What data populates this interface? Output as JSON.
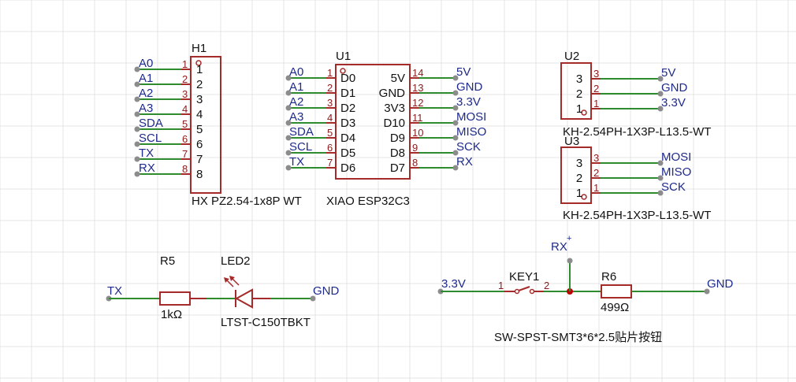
{
  "colors": {
    "wire": "#2e8b2e",
    "body": "#a52a2a",
    "net_label": "#1e2a8c",
    "pin_number": "#8b1a1a",
    "text": "#111111",
    "grid": "#e6e6e6",
    "junction": "#c00000",
    "net_dot": "#8c8c8c"
  },
  "h1": {
    "ref": "H1",
    "value": "HX PZ2.54-1x8P WT",
    "pins": [
      {
        "net": "A0",
        "num": "1",
        "name": "1"
      },
      {
        "net": "A1",
        "num": "2",
        "name": "2"
      },
      {
        "net": "A2",
        "num": "3",
        "name": "3"
      },
      {
        "net": "A3",
        "num": "4",
        "name": "4"
      },
      {
        "net": "SDA",
        "num": "5",
        "name": "5"
      },
      {
        "net": "SCL",
        "num": "6",
        "name": "6"
      },
      {
        "net": "TX",
        "num": "7",
        "name": "7"
      },
      {
        "net": "RX",
        "num": "8",
        "name": "8"
      }
    ]
  },
  "u1": {
    "ref": "U1",
    "value": "XIAO ESP32C3",
    "left_pins": [
      {
        "net": "A0",
        "num": "1",
        "name": "D0"
      },
      {
        "net": "A1",
        "num": "2",
        "name": "D1"
      },
      {
        "net": "A2",
        "num": "3",
        "name": "D2"
      },
      {
        "net": "A3",
        "num": "4",
        "name": "D3"
      },
      {
        "net": "SDA",
        "num": "5",
        "name": "D4"
      },
      {
        "net": "SCL",
        "num": "6",
        "name": "D5"
      },
      {
        "net": "TX",
        "num": "7",
        "name": "D6"
      }
    ],
    "right_pins": [
      {
        "net": "5V",
        "num": "14",
        "name": "5V"
      },
      {
        "net": "GND",
        "num": "13",
        "name": "GND"
      },
      {
        "net": "3.3V",
        "num": "12",
        "name": "3V3"
      },
      {
        "net": "MOSI",
        "num": "11",
        "name": "D10"
      },
      {
        "net": "MISO",
        "num": "10",
        "name": "D9"
      },
      {
        "net": "SCK",
        "num": "9",
        "name": "D8"
      },
      {
        "net": "RX",
        "num": "8",
        "name": "D7"
      }
    ]
  },
  "u2": {
    "ref": "U2",
    "value": "KH-2.54PH-1X3P-L13.5-WT",
    "pins": [
      {
        "net": "5V",
        "num": "3",
        "name": "3"
      },
      {
        "net": "GND",
        "num": "2",
        "name": "2"
      },
      {
        "net": "3.3V",
        "num": "1",
        "name": "1"
      }
    ]
  },
  "u3": {
    "ref": "U3",
    "value": "KH-2.54PH-1X3P-L13.5-WT",
    "pins": [
      {
        "net": "MOSI",
        "num": "3",
        "name": "3"
      },
      {
        "net": "MISO",
        "num": "2",
        "name": "2"
      },
      {
        "net": "SCK",
        "num": "1",
        "name": "1"
      }
    ]
  },
  "r5": {
    "ref": "R5",
    "value": "1kΩ"
  },
  "led2": {
    "ref": "LED2",
    "value": "LTST-C150TBKT"
  },
  "led_circuit": {
    "left_net": "TX",
    "right_net": "GND"
  },
  "key1": {
    "ref": "KEY1",
    "pin1": "1",
    "pin2": "2",
    "value": "SW-SPST-SMT3*6*2.5贴片按钮"
  },
  "r6": {
    "ref": "R6",
    "value": "499Ω"
  },
  "switch_circuit": {
    "left_net": "3.3V",
    "right_net": "GND",
    "top_net": "RX",
    "top_sup": "+"
  }
}
